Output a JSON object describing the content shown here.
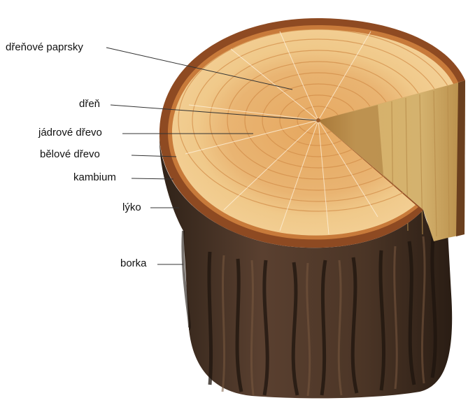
{
  "diagram": {
    "labels": {
      "pith_rays": "dřeňové paprsky",
      "pith": "dřeň",
      "heartwood": "jádrové dřevo",
      "sapwood": "bělové dřevo",
      "cambium": "kambium",
      "phloem": "lýko",
      "bark": "borka"
    }
  },
  "colors": {
    "background": "#ffffff",
    "heartwood": "#e2a25c",
    "sapwood": "#eec27e",
    "cambium": "#c87a3a",
    "phloem": "#8e4a22",
    "bark": "#4a3524",
    "cut_face": "#c9a45c",
    "leader_line": "#333333"
  }
}
